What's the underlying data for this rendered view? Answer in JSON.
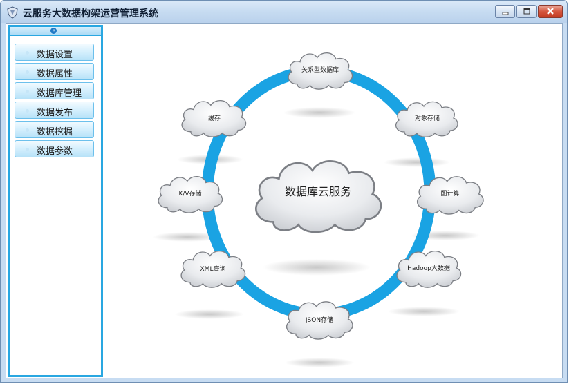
{
  "window": {
    "title": "云服务大数据构架运营管理系统"
  },
  "sidebar": {
    "items": [
      {
        "label": "数据设置"
      },
      {
        "label": "数据属性"
      },
      {
        "label": "数据库管理"
      },
      {
        "label": "数据发布"
      },
      {
        "label": "数据挖掘"
      },
      {
        "label": "数据参数"
      }
    ]
  },
  "diagram": {
    "center": "数据库云服务",
    "nodes": [
      {
        "label": "关系型数据库"
      },
      {
        "label": "对象存储"
      },
      {
        "label": "图计算"
      },
      {
        "label": "Hadoop大数据"
      },
      {
        "label": "JSON存储"
      },
      {
        "label": "XML查询"
      },
      {
        "label": "K/V存储"
      },
      {
        "label": "缓存"
      }
    ]
  },
  "colors": {
    "ring": "#1aa3e3",
    "sidebar_border": "#29a7e1",
    "cloud_fill": "#eceef1",
    "cloud_stroke": "#7c7f85"
  }
}
